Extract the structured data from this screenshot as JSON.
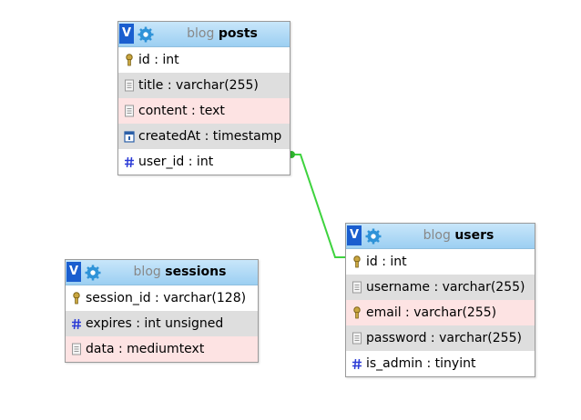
{
  "tables": [
    {
      "id": "posts",
      "db": "blog",
      "name": "posts",
      "columns": [
        {
          "text": "id : int",
          "icon": "key-icon",
          "style": "plain"
        },
        {
          "text": "title : varchar(255)",
          "icon": "field-icon",
          "style": "even"
        },
        {
          "text": "content : text",
          "icon": "field-icon",
          "style": "highlight"
        },
        {
          "text": "createdAt : timestamp",
          "icon": "calendar-icon",
          "style": "even"
        },
        {
          "text": "user_id : int",
          "icon": "number-icon",
          "style": "plain"
        }
      ]
    },
    {
      "id": "users",
      "db": "blog",
      "name": "users",
      "columns": [
        {
          "text": "id : int",
          "icon": "key-icon",
          "style": "plain"
        },
        {
          "text": "username : varchar(255)",
          "icon": "field-icon",
          "style": "even"
        },
        {
          "text": "email : varchar(255)",
          "icon": "key-icon",
          "style": "highlight"
        },
        {
          "text": "password : varchar(255)",
          "icon": "field-icon",
          "style": "even"
        },
        {
          "text": "is_admin : tinyint",
          "icon": "number-icon",
          "style": "plain"
        }
      ]
    },
    {
      "id": "sessions",
      "db": "blog",
      "name": "sessions",
      "columns": [
        {
          "text": "session_id : varchar(128)",
          "icon": "key-icon",
          "style": "plain"
        },
        {
          "text": "expires : int unsigned",
          "icon": "number-icon",
          "style": "even"
        },
        {
          "text": "data : mediumtext",
          "icon": "field-icon",
          "style": "highlight"
        }
      ]
    }
  ],
  "toggle_label": "V",
  "colors": {
    "header_top": "#c8e6fa",
    "header_bottom": "#9ccff2",
    "toggle": "#1a5ecf",
    "relation_line": "#3ed33e",
    "row_even": "#dedede",
    "row_highlight": "#fde3e3"
  },
  "relations": [
    {
      "from": "posts.user_id",
      "to": "users.id"
    }
  ]
}
